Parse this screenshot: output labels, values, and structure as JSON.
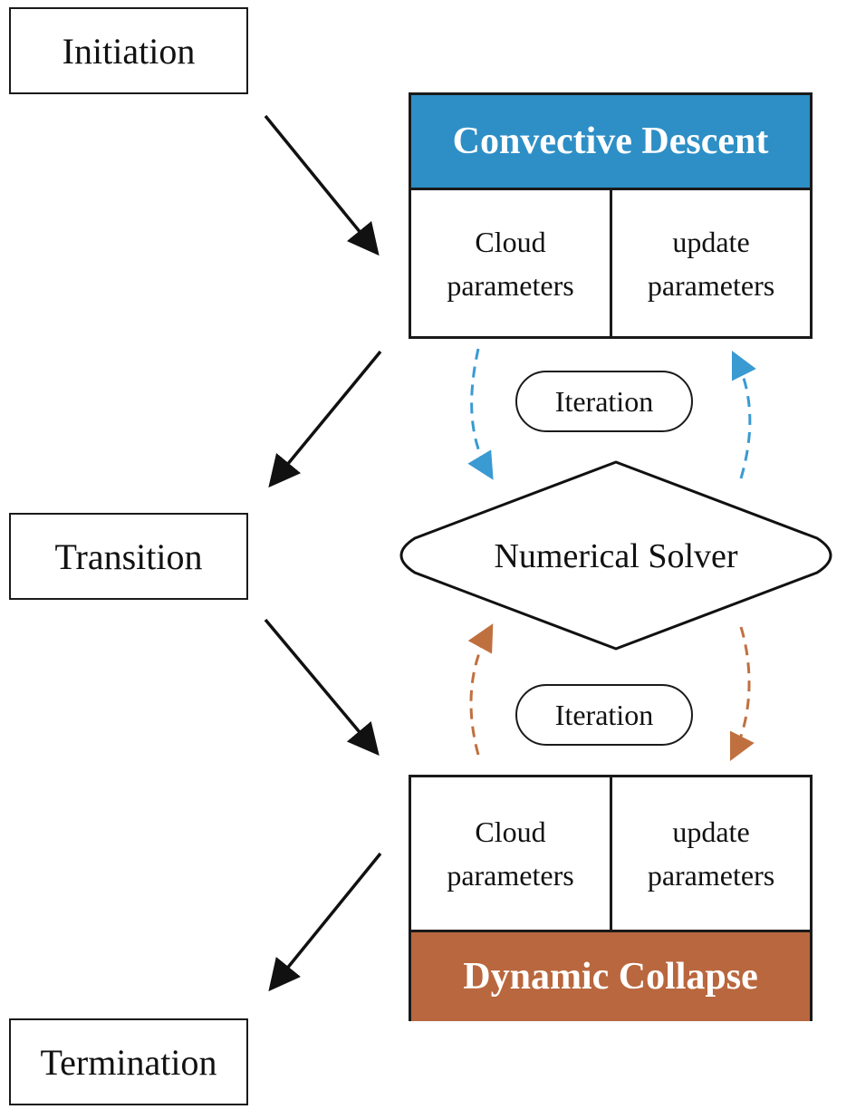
{
  "stages": {
    "initiation": "Initiation",
    "transition": "Transition",
    "termination": "Termination"
  },
  "convective": {
    "title": "Convective Descent",
    "color": "#2e8fc6",
    "left_cell": [
      "Cloud",
      "parameters"
    ],
    "right_cell": [
      "update",
      "parameters"
    ]
  },
  "collapse": {
    "title": "Dynamic Collapse",
    "color": "#b9673e",
    "left_cell": [
      "Cloud",
      "parameters"
    ],
    "right_cell": [
      "update",
      "parameters"
    ]
  },
  "solver": {
    "label": "Numerical Solver"
  },
  "iteration_top": "Iteration",
  "iteration_bottom": "Iteration",
  "colors": {
    "blue_arrow": "#3a9ad2",
    "orange_arrow": "#c0703f",
    "black": "#111111"
  }
}
